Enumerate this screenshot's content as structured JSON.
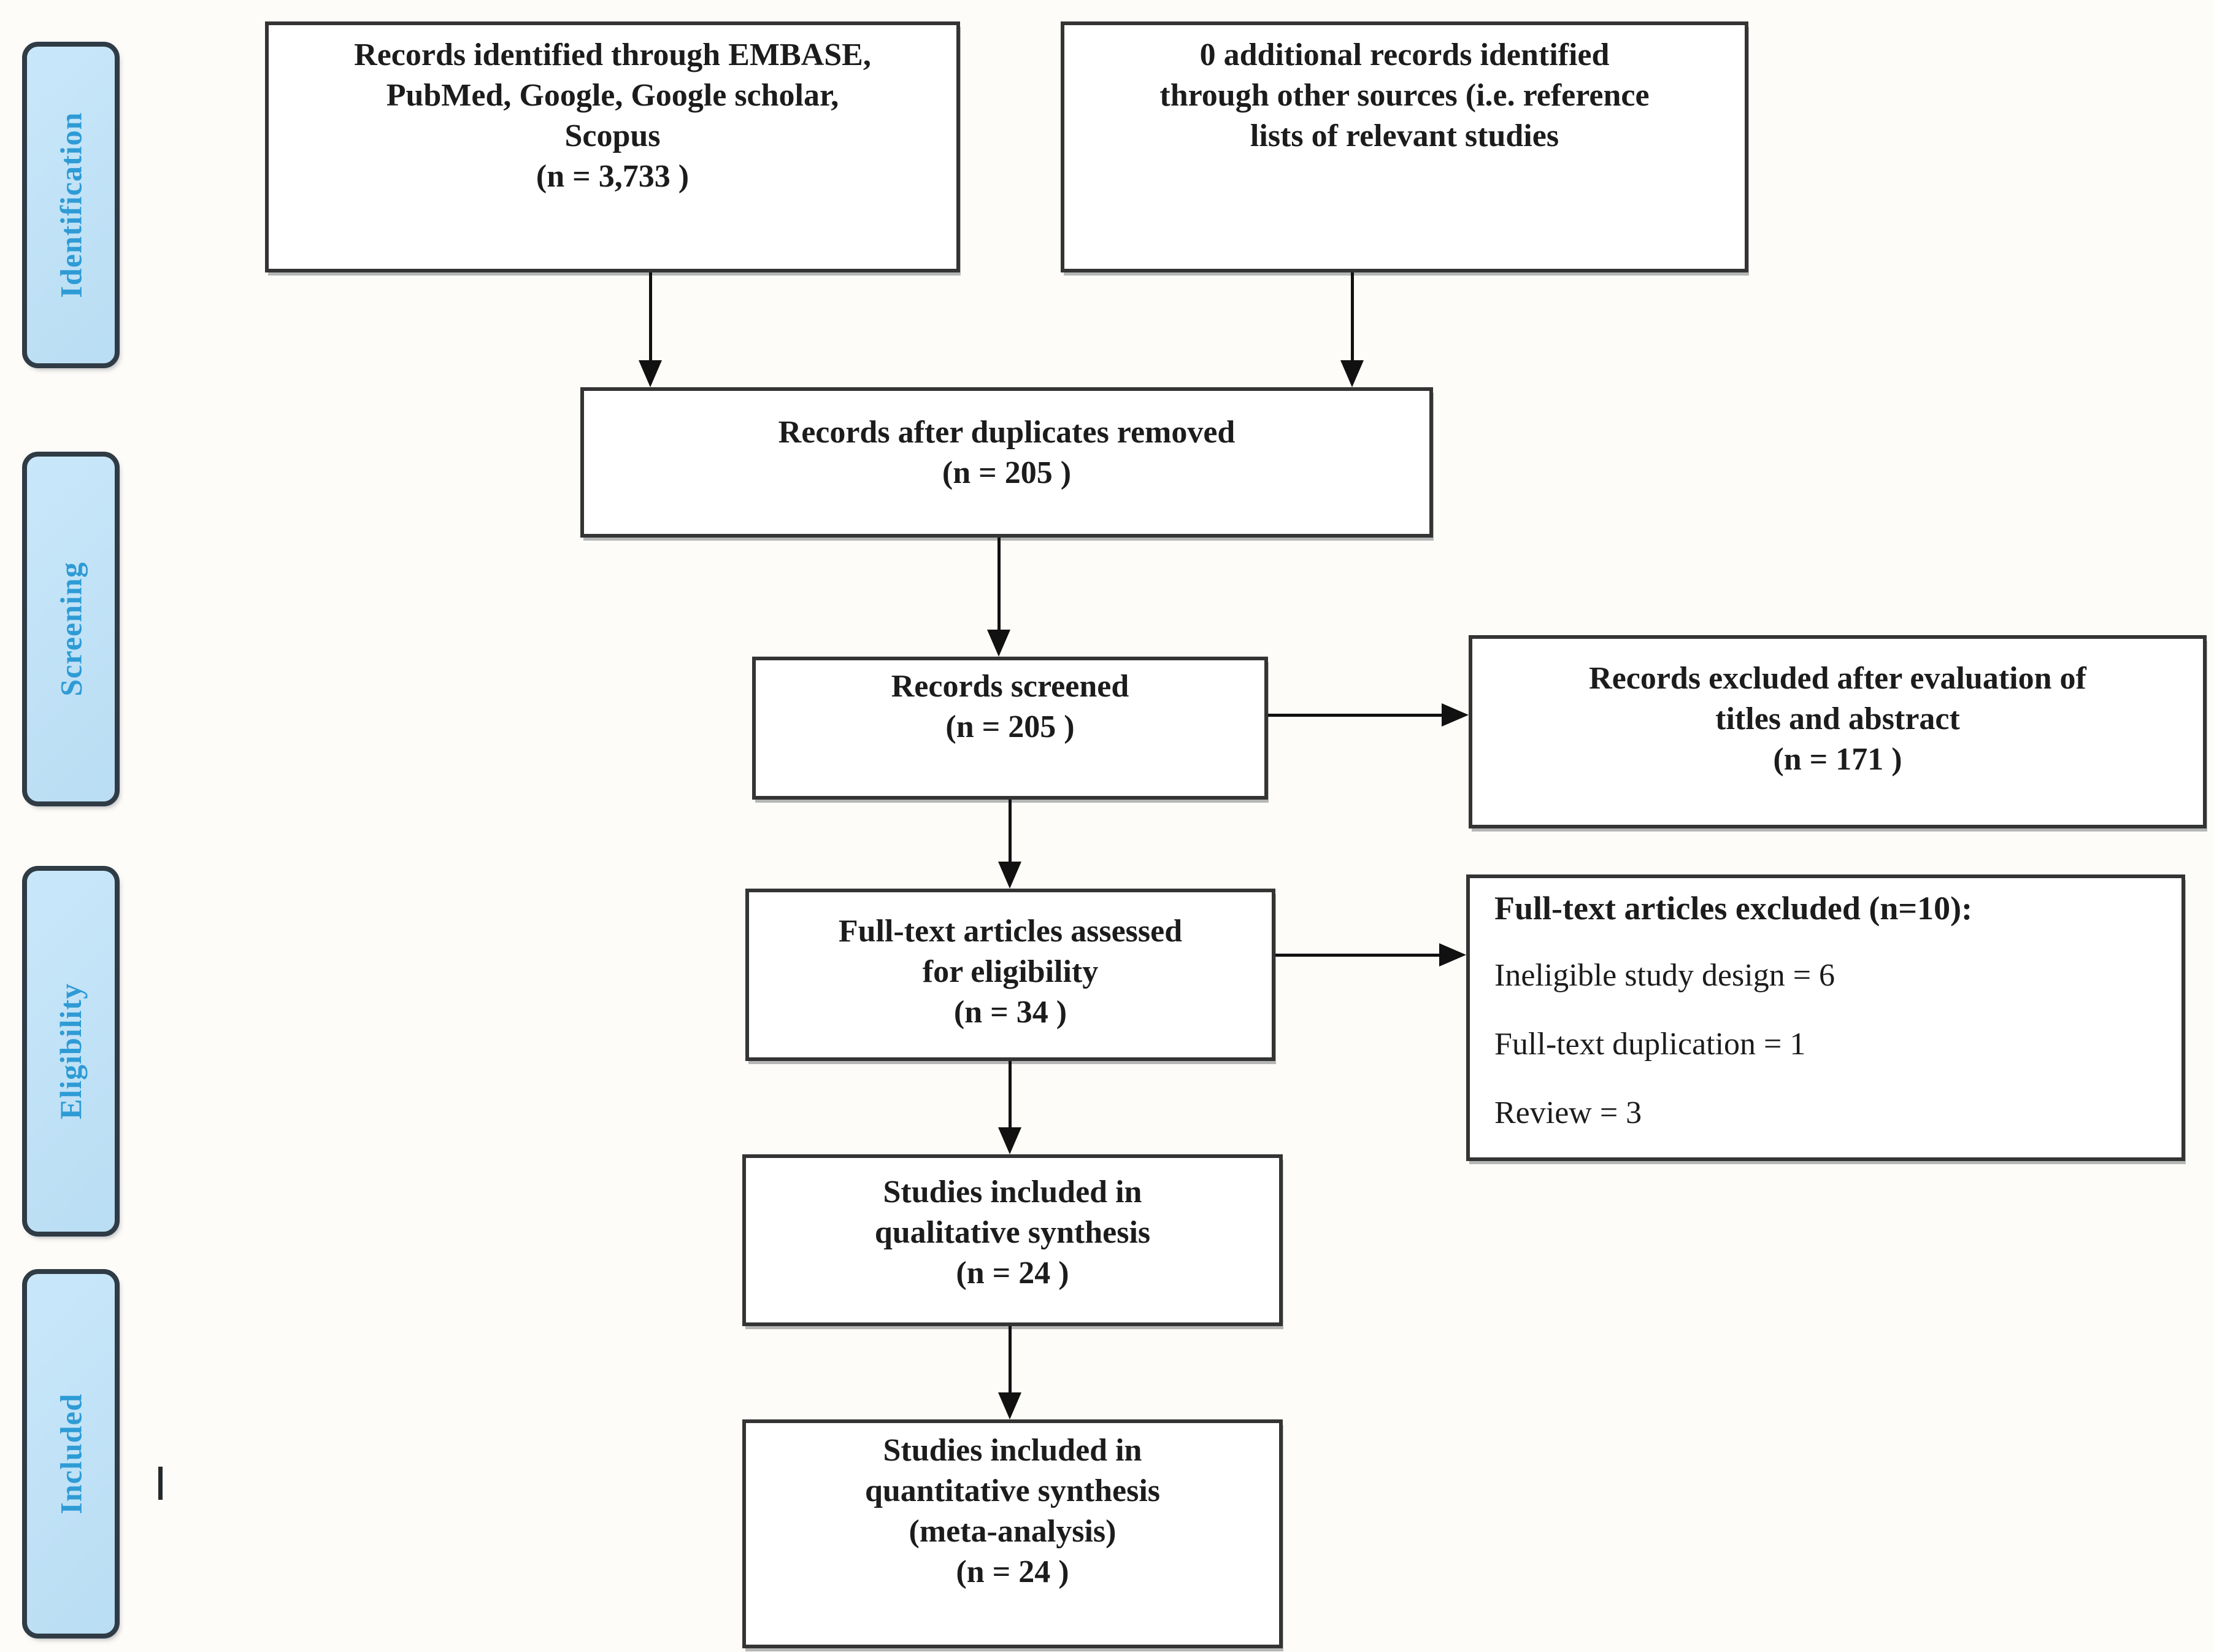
{
  "stages": [
    "Identification",
    "Screening",
    "Eligibility",
    "Included"
  ],
  "boxes": {
    "records_identified": [
      "Records identified through EMBASE,",
      "PubMed, Google, Google scholar,",
      "Scopus",
      "(n = 3,733 )"
    ],
    "additional_records": [
      "0 additional records identified",
      "through other sources (i.e. reference",
      "lists of relevant studies"
    ],
    "duplicates_removed": [
      "Records after duplicates removed",
      "(n =  205 )"
    ],
    "records_screened": [
      "Records screened",
      "(n = 205 )"
    ],
    "records_excluded": [
      "Records excluded after evaluation of",
      "titles and abstract",
      "(n = 171  )"
    ],
    "fulltext_assessed": [
      "Full-text articles assessed",
      "for eligibility",
      "(n = 34 )"
    ],
    "fulltext_excluded": {
      "heading": "Full-text articles excluded (n=10):",
      "items": [
        "Ineligible study design = 6",
        "Full-text duplication = 1",
        "Review = 3"
      ]
    },
    "qualitative_synthesis": [
      "Studies included in",
      "qualitative synthesis",
      "(n = 24 )"
    ],
    "quantitative_synthesis": [
      "Studies included in",
      "quantitative synthesis",
      "(meta-analysis)",
      "(n =  24 )"
    ]
  },
  "stray_mark": "",
  "colors": {
    "sidebar_fill": "#c9e7fa",
    "sidebar_border": "#2f3b45",
    "sidebar_text": "#2e9bd5",
    "box_border": "#343434",
    "arrow": "#111111",
    "text": "#1c1c1c",
    "bg": "#fefcf8"
  }
}
